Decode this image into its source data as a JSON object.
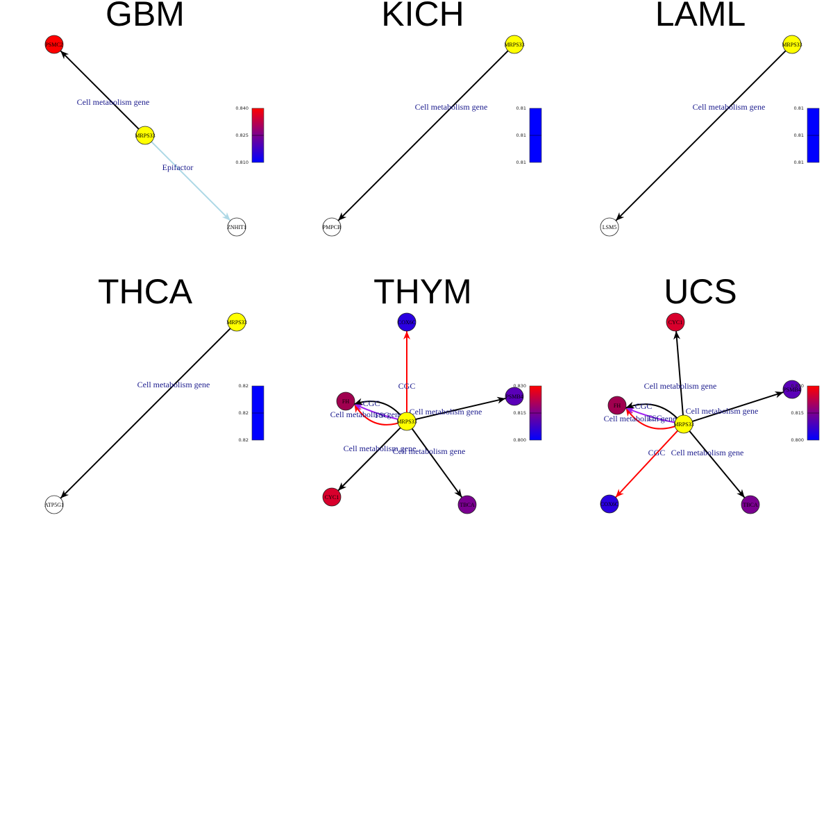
{
  "colors": {
    "source_node": "#ffff00",
    "edge_label": "#1a1a8c",
    "edge_cell_metabolism": "#000000",
    "edge_epifactor": "#add8e6",
    "edge_cgc": "#ff0000",
    "edge_tsg": "#a020f0",
    "gradient_low": "#0000ff",
    "gradient_high": "#ff0000"
  },
  "panels": [
    {
      "title": "GBM",
      "legend": {
        "ticks": [
          "0.840",
          "0.825",
          "0.810"
        ],
        "gradient": true
      },
      "nodes": [
        {
          "id": "PSMC2",
          "label": "PSMC2",
          "fill": "#ff0000"
        },
        {
          "id": "MRPS33",
          "label": "MRPS33",
          "fill": "#ffff00"
        },
        {
          "id": "ZNHIT1",
          "label": "ZNHIT1",
          "fill": "#ffffff"
        }
      ],
      "edges": [
        {
          "from": "MRPS33",
          "to": "PSMC2",
          "label": "Cell metabolism gene",
          "type": "cell_metabolism"
        },
        {
          "from": "MRPS33",
          "to": "ZNHIT1",
          "label": "Epifactor",
          "type": "epifactor"
        }
      ]
    },
    {
      "title": "KICH",
      "legend": {
        "ticks": [
          "0.81",
          "0.81",
          "0.81"
        ],
        "gradient": false
      },
      "nodes": [
        {
          "id": "MRPS33",
          "label": "MRPS33",
          "fill": "#ffff00"
        },
        {
          "id": "PMPCB",
          "label": "PMPCB",
          "fill": "#ffffff"
        }
      ],
      "edges": [
        {
          "from": "MRPS33",
          "to": "PMPCB",
          "label": "Cell metabolism gene",
          "type": "cell_metabolism"
        }
      ]
    },
    {
      "title": "LAML",
      "legend": {
        "ticks": [
          "0.81",
          "0.81",
          "0.81"
        ],
        "gradient": false
      },
      "nodes": [
        {
          "id": "MRPS33",
          "label": "MRPS33",
          "fill": "#ffff00"
        },
        {
          "id": "LSM5",
          "label": "LSM5",
          "fill": "#ffffff"
        }
      ],
      "edges": [
        {
          "from": "MRPS33",
          "to": "LSM5",
          "label": "Cell metabolism gene",
          "type": "cell_metabolism"
        }
      ]
    },
    {
      "title": "THCA",
      "legend": {
        "ticks": [
          "0.82",
          "0.82",
          "0.82"
        ],
        "gradient": false
      },
      "nodes": [
        {
          "id": "MRPS33",
          "label": "MRPS33",
          "fill": "#ffff00"
        },
        {
          "id": "ATP5G1",
          "label": "ATP5G1",
          "fill": "#ffffff"
        }
      ],
      "edges": [
        {
          "from": "MRPS33",
          "to": "ATP5G1",
          "label": "Cell metabolism gene",
          "type": "cell_metabolism"
        }
      ]
    },
    {
      "title": "THYM",
      "legend": {
        "ticks": [
          "0.830",
          "0.815",
          "0.800"
        ],
        "gradient": true
      },
      "nodes": [
        {
          "id": "COX6C",
          "label": "COX6C",
          "fill": "#2a00e0"
        },
        {
          "id": "FH",
          "label": "FH",
          "fill": "#a0004f"
        },
        {
          "id": "PSMB4",
          "label": "PSMB4",
          "fill": "#5a00b8"
        },
        {
          "id": "MRPS33",
          "label": "MRPS33",
          "fill": "#ffff00"
        },
        {
          "id": "CYC1",
          "label": "CYC1",
          "fill": "#d8002c"
        },
        {
          "id": "TBCA",
          "label": "TBCA",
          "fill": "#7a0090"
        }
      ],
      "edges": [
        {
          "from": "MRPS33",
          "to": "COX6C",
          "label": "CGC",
          "type": "cgc"
        },
        {
          "from": "MRPS33",
          "to": "FH",
          "label": "CGC",
          "type": "cgc"
        },
        {
          "from": "MRPS33",
          "to": "FH",
          "label": "TSG",
          "type": "tsg"
        },
        {
          "from": "MRPS33",
          "to": "FH",
          "label": "Cell metabolism gene",
          "type": "cell_metabolism"
        },
        {
          "from": "MRPS33",
          "to": "PSMB4",
          "label": "Cell metabolism gene",
          "type": "cell_metabolism"
        },
        {
          "from": "MRPS33",
          "to": "CYC1",
          "label": "Cell metabolism gene",
          "type": "cell_metabolism"
        },
        {
          "from": "MRPS33",
          "to": "TBCA",
          "label": "Cell metabolism gene",
          "type": "cell_metabolism"
        }
      ]
    },
    {
      "title": "UCS",
      "legend": {
        "ticks": [
          "0.830",
          "0.815",
          "0.800"
        ],
        "gradient": true
      },
      "nodes": [
        {
          "id": "CYC1",
          "label": "CYC1",
          "fill": "#d8002c"
        },
        {
          "id": "FH",
          "label": "FH",
          "fill": "#a0004f"
        },
        {
          "id": "PSMB4",
          "label": "PSMB4",
          "fill": "#5a00b8"
        },
        {
          "id": "MRPS33",
          "label": "MRPS33",
          "fill": "#ffff00"
        },
        {
          "id": "COX6C",
          "label": "COX6C",
          "fill": "#2a00e0"
        },
        {
          "id": "TBCA",
          "label": "TBCA",
          "fill": "#7a0090"
        }
      ],
      "edges": [
        {
          "from": "MRPS33",
          "to": "CYC1",
          "label": "Cell metabolism gene",
          "type": "cell_metabolism"
        },
        {
          "from": "MRPS33",
          "to": "FH",
          "label": "CGC",
          "type": "cgc"
        },
        {
          "from": "MRPS33",
          "to": "FH",
          "label": "TSG",
          "type": "tsg"
        },
        {
          "from": "MRPS33",
          "to": "FH",
          "label": "Cell metabolism gene",
          "type": "cell_metabolism"
        },
        {
          "from": "MRPS33",
          "to": "PSMB4",
          "label": "Cell metabolism gene",
          "type": "cell_metabolism"
        },
        {
          "from": "MRPS33",
          "to": "COX6C",
          "label": "CGC",
          "type": "cgc"
        },
        {
          "from": "MRPS33",
          "to": "TBCA",
          "label": "Cell metabolism gene",
          "type": "cell_metabolism"
        }
      ]
    }
  ]
}
